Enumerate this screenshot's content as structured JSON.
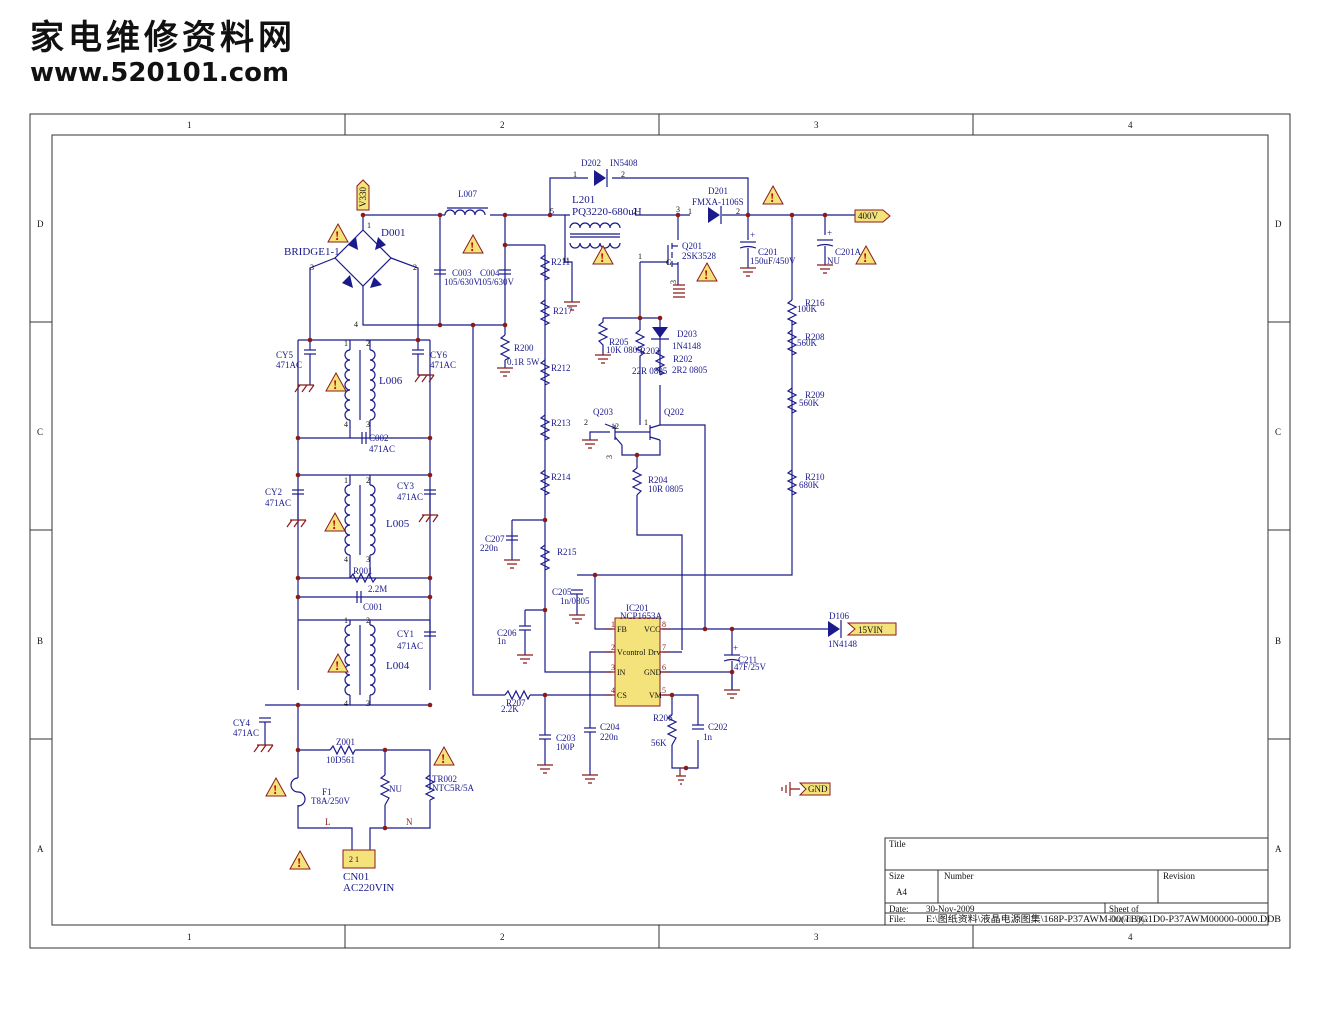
{
  "watermark": {
    "line1": "家电维修资料网",
    "line2": "www.520101.com"
  },
  "border": {
    "columns": [
      "1",
      "2",
      "3",
      "4"
    ],
    "rows": [
      "D",
      "C",
      "B",
      "A"
    ]
  },
  "net_labels": {
    "v330": "V330",
    "out400": "400V",
    "vin15": "15VIN",
    "gnd": "GND"
  },
  "components": {
    "bridge": {
      "ref": "BRIDGE1-1",
      "name": "D001"
    },
    "l007": "L007",
    "c003": {
      "ref": "C003",
      "val": "105/630V"
    },
    "c004": {
      "ref": "C004",
      "val": "105/630V"
    },
    "l201": {
      "ref": "L201",
      "val": "PQ3220-680uH"
    },
    "d202": {
      "ref": "D202",
      "val": "IN5408"
    },
    "d201": {
      "ref": "D201",
      "val": "FMXA-1106S"
    },
    "q201": {
      "ref": "Q201",
      "val": "2SK3528"
    },
    "c201": {
      "ref": "C201",
      "val": "150uF/450V"
    },
    "c201a": {
      "ref": "C201A",
      "val": "NU"
    },
    "r200": {
      "ref": "R200",
      "val": "0.1R 5W"
    },
    "r211": "R211",
    "r217": "R217",
    "r212": "R212",
    "r213": "R213",
    "r214": "R214",
    "r215": "R215",
    "r205": {
      "ref": "R205",
      "val": "10K 0805"
    },
    "r203": {
      "ref": "R203",
      "val": "22R 0805"
    },
    "d203": {
      "ref": "D203",
      "val": "1N4148"
    },
    "r202": {
      "ref": "R202",
      "val": "2R2 0805"
    },
    "r216": {
      "ref": "R216",
      "val": "100K"
    },
    "r208": {
      "ref": "R208",
      "val": "560K"
    },
    "r209": {
      "ref": "R209",
      "val": "560K"
    },
    "r210": {
      "ref": "R210",
      "val": "680K"
    },
    "q203": "Q203",
    "q202": "Q202",
    "r204": {
      "ref": "R204",
      "val": "10R 0805"
    },
    "c207": {
      "ref": "C207",
      "val": "220n"
    },
    "c205": {
      "ref": "C205",
      "val": "1n/0805"
    },
    "c206": {
      "ref": "C206",
      "val": "1n"
    },
    "ic201": {
      "ref": "IC201",
      "val": "NCP1653A",
      "pins": [
        "FB",
        "Vcontrol",
        "IN",
        "CS",
        "VCC",
        "Drv",
        "GND",
        "VM"
      ]
    },
    "d106": {
      "ref": "D106",
      "val": "1N4148"
    },
    "c211": {
      "ref": "C211",
      "val": "47F/25V"
    },
    "r207": {
      "ref": "R207",
      "val": "2.2K"
    },
    "c203": {
      "ref": "C203",
      "val": "100P"
    },
    "c204": {
      "ref": "C204",
      "val": "220n"
    },
    "r206": {
      "ref": "R206",
      "val": "56K"
    },
    "c202": {
      "ref": "C202",
      "val": "1n"
    },
    "cy5": {
      "ref": "CY5",
      "val": "471AC"
    },
    "cy6": {
      "ref": "CY6",
      "val": "471AC"
    },
    "l006": "L006",
    "c002": {
      "ref": "C002",
      "val": "471AC"
    },
    "cy2": {
      "ref": "CY2",
      "val": "471AC"
    },
    "cy3": {
      "ref": "CY3",
      "val": "471AC"
    },
    "l005": "L005",
    "r001": {
      "ref": "R001",
      "val": "2.2M"
    },
    "c001": "C001",
    "cy1": {
      "ref": "CY1",
      "val": "471AC"
    },
    "l004": "L004",
    "cy4": {
      "ref": "CY4",
      "val": "471AC"
    },
    "z001": {
      "ref": "Z001",
      "val": "10D561"
    },
    "f1": {
      "ref": "F1",
      "val": "T8A/250V"
    },
    "nu": "NU",
    "tr002": {
      "ref": "TR002",
      "val": "NTC5R/5A"
    },
    "cn01": {
      "ref": "CN01",
      "val": "AC220VIN",
      "pins": "2  1"
    },
    "line_l": "L",
    "line_n": "N"
  },
  "title_block": {
    "title_label": "Title",
    "size_label": "Size",
    "size_value": "A4",
    "number_label": "Number",
    "revision_label": "Revision",
    "date_label": "Date:",
    "date_value": "30-Nov-2009",
    "sheet_label": "Sheet    of",
    "file_label": "File:",
    "file_value": "E:\\图纸资料\\液晶电源图集\\168P-P37AWM-00(TB)G1D0-P37AWM00000-0000.DDB",
    "drawn_label": "Drawn By:"
  }
}
